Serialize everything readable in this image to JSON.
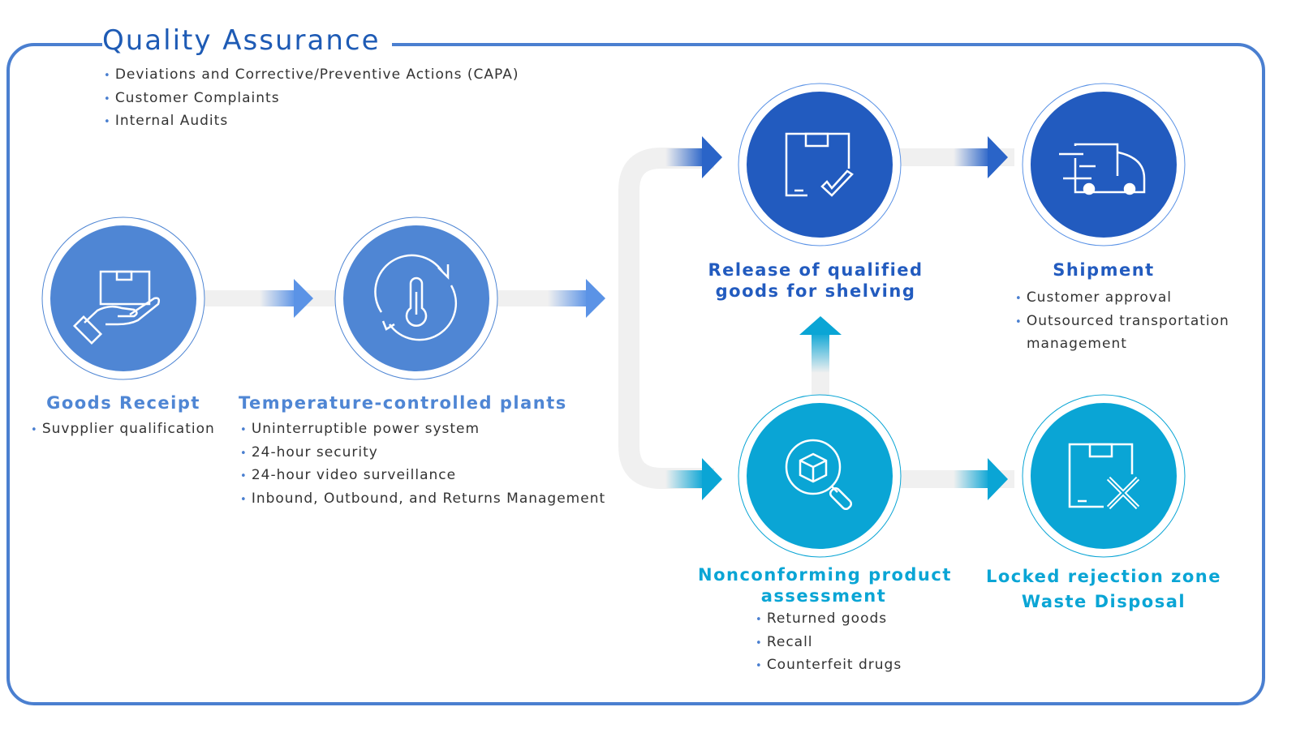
{
  "title": "Quality Assurance",
  "qa_items": [
    "Deviations and Corrective/Preventive Actions (CAPA)",
    "Customer Complaints",
    "Internal Audits"
  ],
  "colors": {
    "frame": "#4a7fd0",
    "stage_light": "#4f86d4",
    "stage_dark": "#225bbf",
    "stage_cyan": "#0aa5d5",
    "connector": "#f0f0f0"
  },
  "steps": {
    "goods_receipt": {
      "title": "Goods Receipt",
      "items": [
        "Suvpplier qualification"
      ],
      "icon": "hand-holding-box-icon"
    },
    "temperature": {
      "title": "Temperature-controlled plants",
      "items": [
        "Uninterruptible power system",
        "24-hour security",
        "24-hour video surveillance",
        "Inbound, Outbound, and Returns Management"
      ],
      "icon": "thermometer-cycle-icon"
    },
    "release": {
      "title_line1": "Release of qualified",
      "title_line2": "goods for shelving",
      "icon": "box-check-icon"
    },
    "shipment": {
      "title": "Shipment",
      "items": [
        "Customer approval",
        "Outsourced transportation",
        "management"
      ],
      "icon": "delivery-truck-icon"
    },
    "nonconforming": {
      "title_line1": "Nonconforming product",
      "title_line2": "assessment",
      "items": [
        "Returned goods",
        "Recall",
        "Counterfeit drugs"
      ],
      "icon": "magnifier-box-icon"
    },
    "rejection": {
      "title_line1": "Locked rejection zone",
      "title_line2": "Waste Disposal",
      "icon": "box-x-icon"
    }
  }
}
